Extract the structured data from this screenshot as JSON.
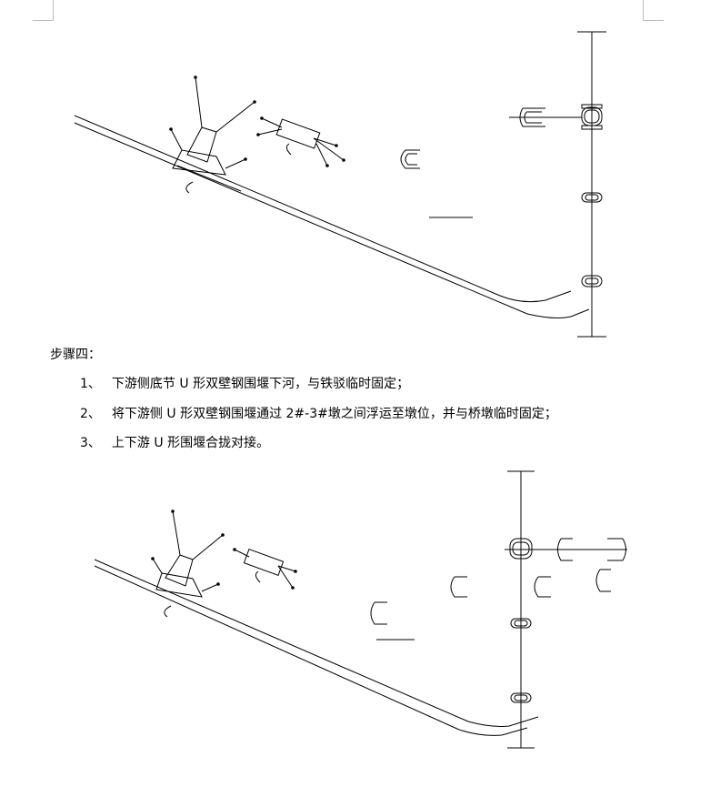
{
  "document": {
    "step_title": "步骤四：",
    "steps": [
      {
        "num": "1、",
        "text": "下游侧底节 U 形双壁钢围堰下河，与铁驳临时固定；"
      },
      {
        "num": "2、",
        "text": "将下游侧 U 形双壁钢围堰通过 2#-3#墩之间浮运至墩位，并与桥墩临时固定；"
      },
      {
        "num": "3、",
        "text": "上下游 U 形围堰合拢对接。"
      }
    ]
  },
  "diagram_style": {
    "line_color": "#000000",
    "corner_mark_color": "#bdbdbd"
  }
}
